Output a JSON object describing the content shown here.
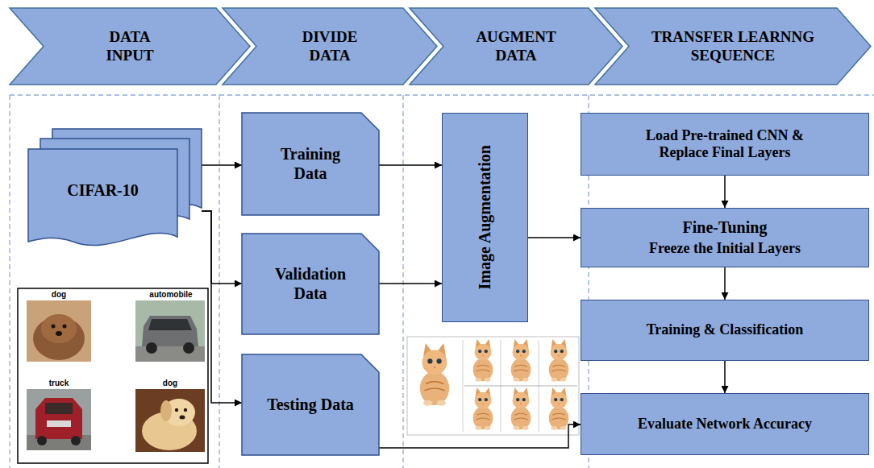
{
  "diagram": {
    "nodes": [
      {
        "text": [
          "DATA INPUT"
        ]
      },
      {
        "text": [
          "DIVIDE DATA"
        ]
      },
      {
        "text": [
          "AUGMENT DATA"
        ]
      },
      {
        "text": [
          "TRANSFER LEARNNG SEQUENCE"
        ]
      },
      {
        "text": [
          "CIFAR-10"
        ]
      },
      {
        "text": [
          "Training Data"
        ]
      },
      {
        "text": [
          "Validation Data"
        ]
      },
      {
        "text": [
          "Testing Data"
        ]
      },
      {
        "text": [
          "Image Augmentation"
        ]
      },
      {
        "text": [
          "Load Pre-trained CNN & Replace Final Layers"
        ]
      },
      {
        "text": [
          "Fine-Tuning",
          "Freeze the Initial Layers"
        ]
      },
      {
        "text": [
          "Training & Classification"
        ]
      },
      {
        "text": [
          "Evaluate Network Accuracy"
        ]
      }
    ],
    "edges": [
      {
        "from": 4,
        "to": 5,
        "arrow": "to"
      },
      {
        "from": 4,
        "to": 6,
        "arrow": "to"
      },
      {
        "from": 4,
        "to": 7,
        "arrow": "to"
      },
      {
        "from": 5,
        "to": 8,
        "arrow": "to"
      },
      {
        "from": 6,
        "to": 8,
        "arrow": "to"
      },
      {
        "from": 8,
        "to": 10,
        "arrow": "to"
      },
      {
        "from": 9,
        "to": 10,
        "arrow": "to"
      },
      {
        "from": 10,
        "to": 11,
        "arrow": "to"
      },
      {
        "from": 11,
        "to": 12,
        "arrow": "to"
      },
      {
        "from": 7,
        "to": 12,
        "arrow": "to"
      }
    ],
    "labels": [
      "dog",
      "automobile",
      "truck",
      "dog"
    ]
  }
}
